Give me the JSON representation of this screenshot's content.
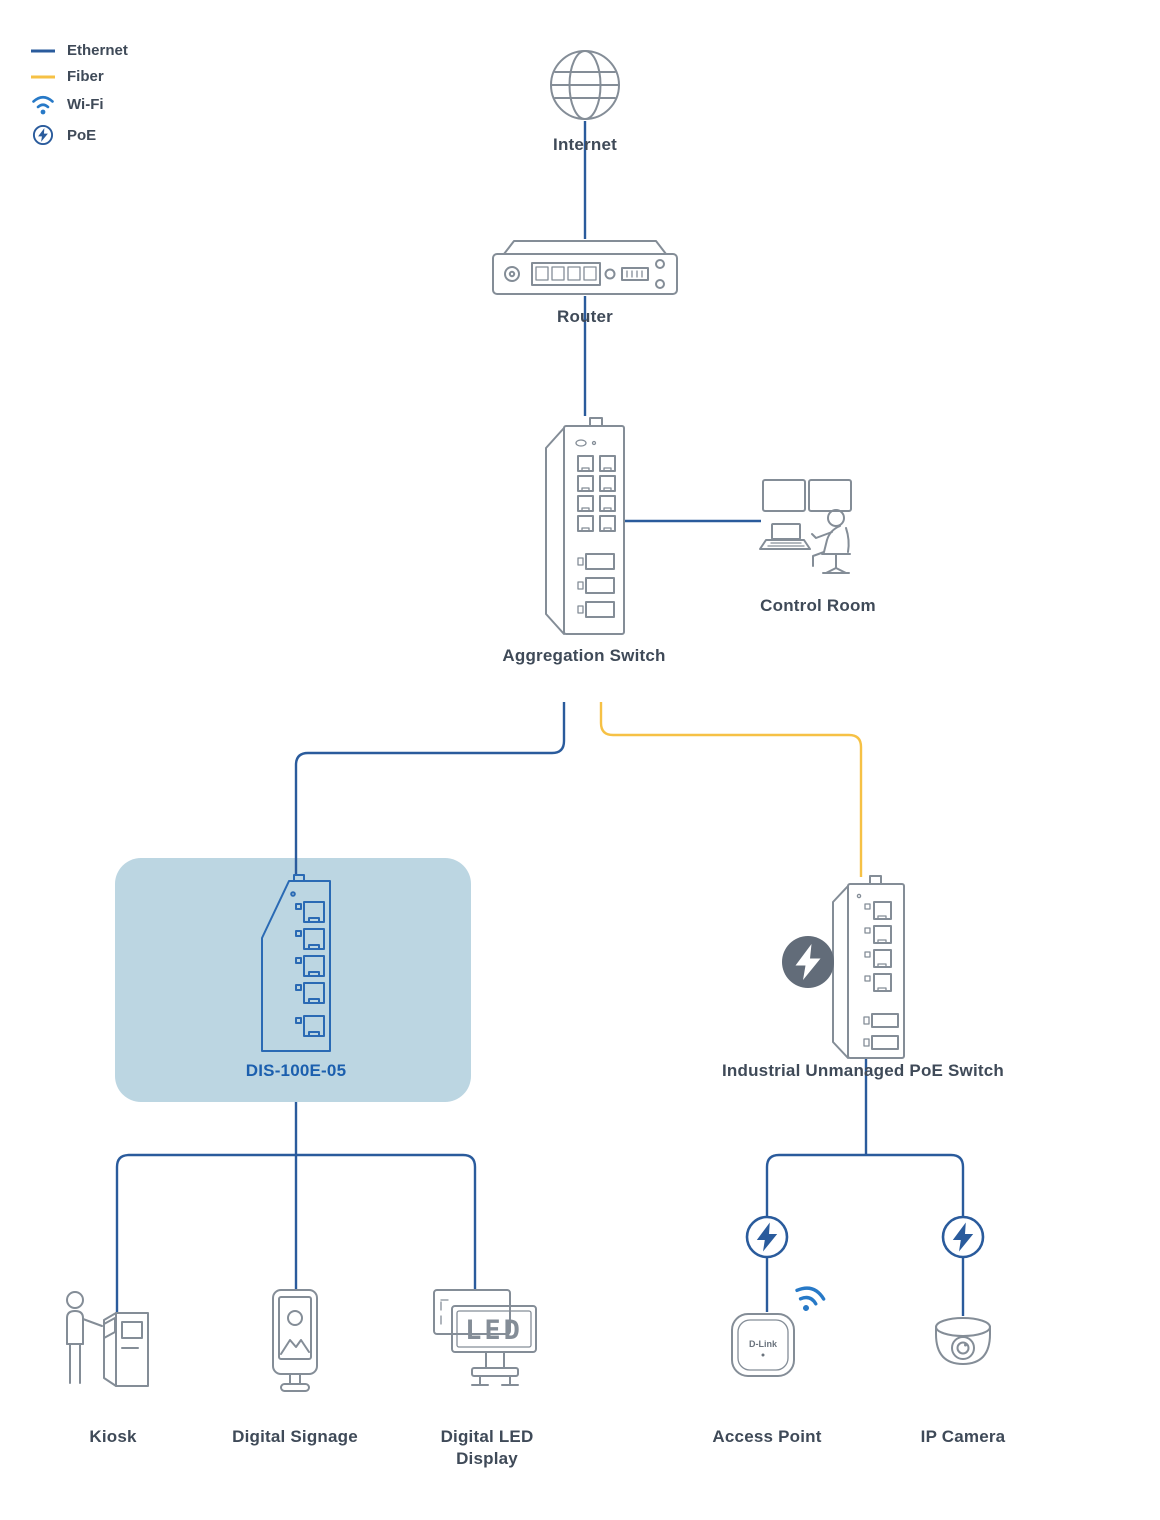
{
  "colors": {
    "ethernet": "#2a5b9c",
    "fiber": "#f6c145",
    "wifi": "#2779c7",
    "device_outline": "#848d97",
    "dis_outline": "#2a6ab4",
    "label_text": "#3f4a58",
    "dis_label": "#1b5fae",
    "highlight_fill": "#bcd6e2",
    "poe_gray": "#626c79"
  },
  "legend": {
    "items": [
      {
        "label": "Ethernet",
        "type": "ethernet-line"
      },
      {
        "label": "Fiber",
        "type": "fiber-line"
      },
      {
        "label": "Wi-Fi",
        "type": "wifi"
      },
      {
        "label": "PoE",
        "type": "poe"
      }
    ]
  },
  "nodes": {
    "internet": {
      "label": "Internet"
    },
    "router": {
      "label": "Router"
    },
    "aggregation_switch": {
      "label": "Aggregation Switch"
    },
    "control_room": {
      "label": "Control Room"
    },
    "dis_switch": {
      "label": "DIS-100E-05",
      "highlighted": true
    },
    "industrial_poe_switch": {
      "label": "Industrial Unmanaged PoE Switch"
    },
    "kiosk": {
      "label": "Kiosk"
    },
    "digital_signage": {
      "label": "Digital Signage"
    },
    "digital_led_display": {
      "label": "Digital LED Display",
      "screen_text": "LED"
    },
    "access_point": {
      "label": "Access Point",
      "device_text": "D-Link"
    },
    "ip_camera": {
      "label": "IP Camera"
    }
  },
  "edges": [
    {
      "from": "internet",
      "to": "router",
      "type": "ethernet"
    },
    {
      "from": "router",
      "to": "aggregation_switch",
      "type": "ethernet"
    },
    {
      "from": "aggregation_switch",
      "to": "control_room",
      "type": "ethernet"
    },
    {
      "from": "aggregation_switch",
      "to": "dis_switch",
      "type": "ethernet"
    },
    {
      "from": "aggregation_switch",
      "to": "industrial_poe_switch",
      "type": "fiber"
    },
    {
      "from": "dis_switch",
      "to": "kiosk",
      "type": "ethernet"
    },
    {
      "from": "dis_switch",
      "to": "digital_signage",
      "type": "ethernet"
    },
    {
      "from": "dis_switch",
      "to": "digital_led_display",
      "type": "ethernet"
    },
    {
      "from": "industrial_poe_switch",
      "to": "access_point",
      "type": "ethernet-poe"
    },
    {
      "from": "industrial_poe_switch",
      "to": "ip_camera",
      "type": "ethernet-poe"
    }
  ]
}
